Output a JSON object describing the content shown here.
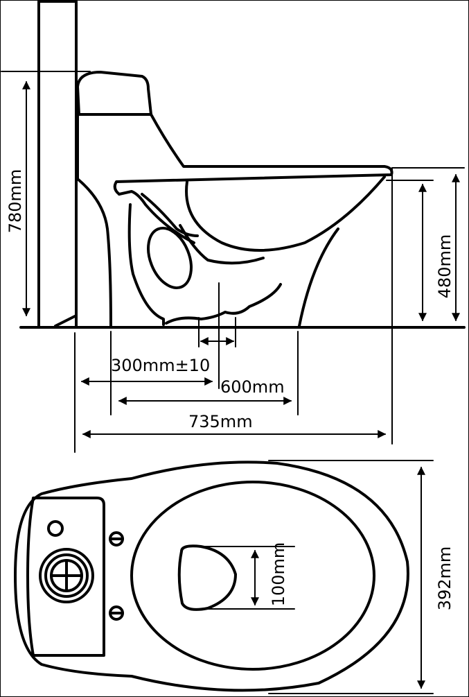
{
  "diagram": {
    "side_view": {
      "total_height": "780mm",
      "seat_height": "480mm",
      "rough_in": "300mm±10",
      "drain_offset": "600mm",
      "total_length": "735mm"
    },
    "top_view": {
      "outlet_size": "100mm",
      "total_width": "392mm"
    }
  },
  "colors": {
    "line": "#000000",
    "background": "#ffffff"
  }
}
